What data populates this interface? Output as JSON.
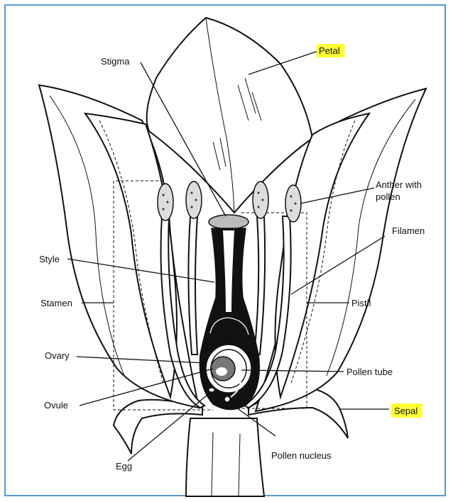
{
  "colors": {
    "highlight": "#ffff33",
    "border": "#5b9bd5",
    "ink": "#111111"
  },
  "labels": {
    "stigma": "Stigma",
    "petal": "Petal",
    "anther": "Anther with pollen",
    "anther_line1": "Anther with",
    "anther_line2": "pollen",
    "filament": "Filamen",
    "style": "Style",
    "stamen": "Stamen",
    "pistil": "Pistil",
    "ovary": "Ovary",
    "pollen_tube": "Pollen tube",
    "ovule": "Ovule",
    "sepal": "Sepal",
    "egg": "Egg",
    "pollen_nucleus": "Pollen nucleus"
  }
}
